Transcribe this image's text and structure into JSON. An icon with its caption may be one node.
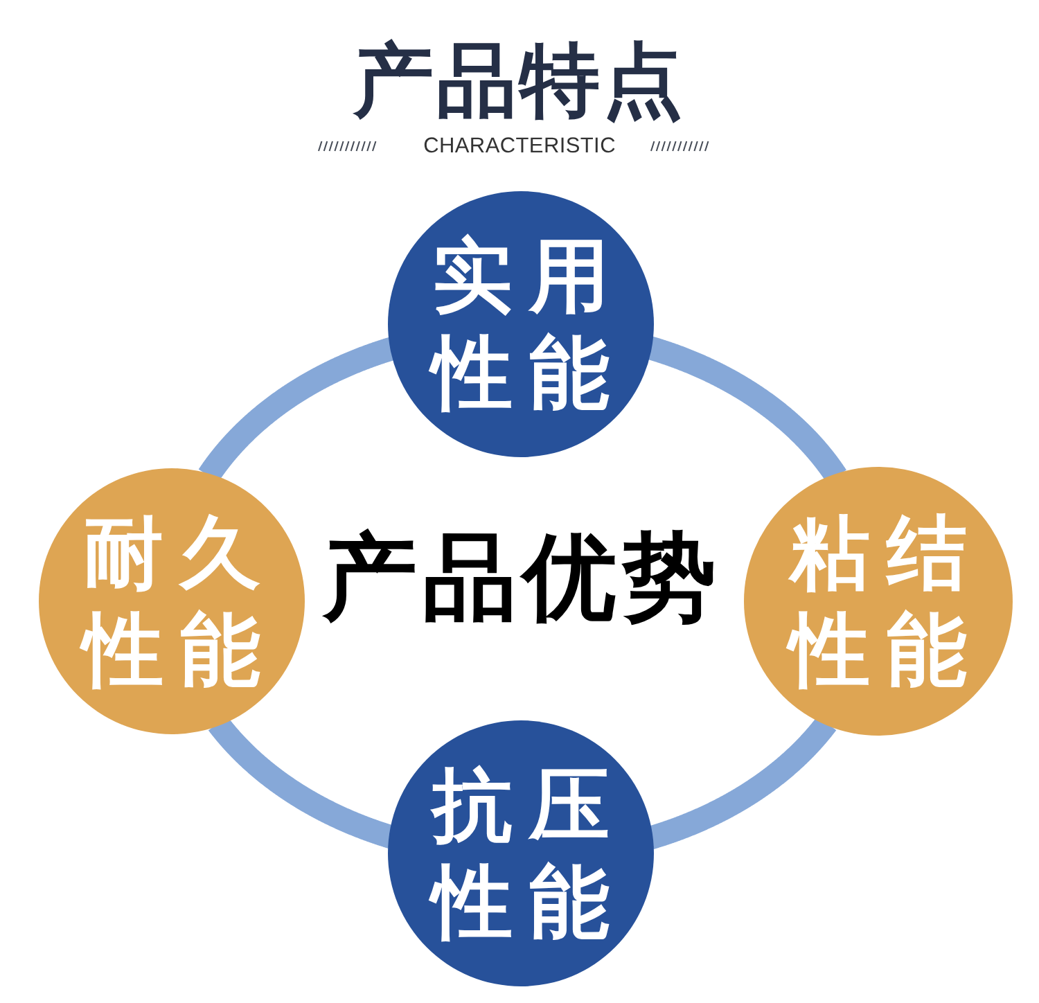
{
  "diagram": {
    "title": "产品特点",
    "nodes": [
      {
        "text": [
          "实用性能"
        ]
      },
      {
        "text": [
          "耐久性能"
        ]
      },
      {
        "text": [
          "粘结性能"
        ]
      },
      {
        "text": [
          "抗压性能"
        ]
      }
    ],
    "edges": [
      {
        "from": 0,
        "to": 2,
        "arrow": "none"
      },
      {
        "from": 2,
        "to": 3,
        "arrow": "none"
      },
      {
        "from": 3,
        "to": 1,
        "arrow": "none"
      },
      {
        "from": 1,
        "to": 0,
        "arrow": "none"
      }
    ],
    "labels": [
      "CHARACTERISTIC",
      "产品优势"
    ]
  }
}
